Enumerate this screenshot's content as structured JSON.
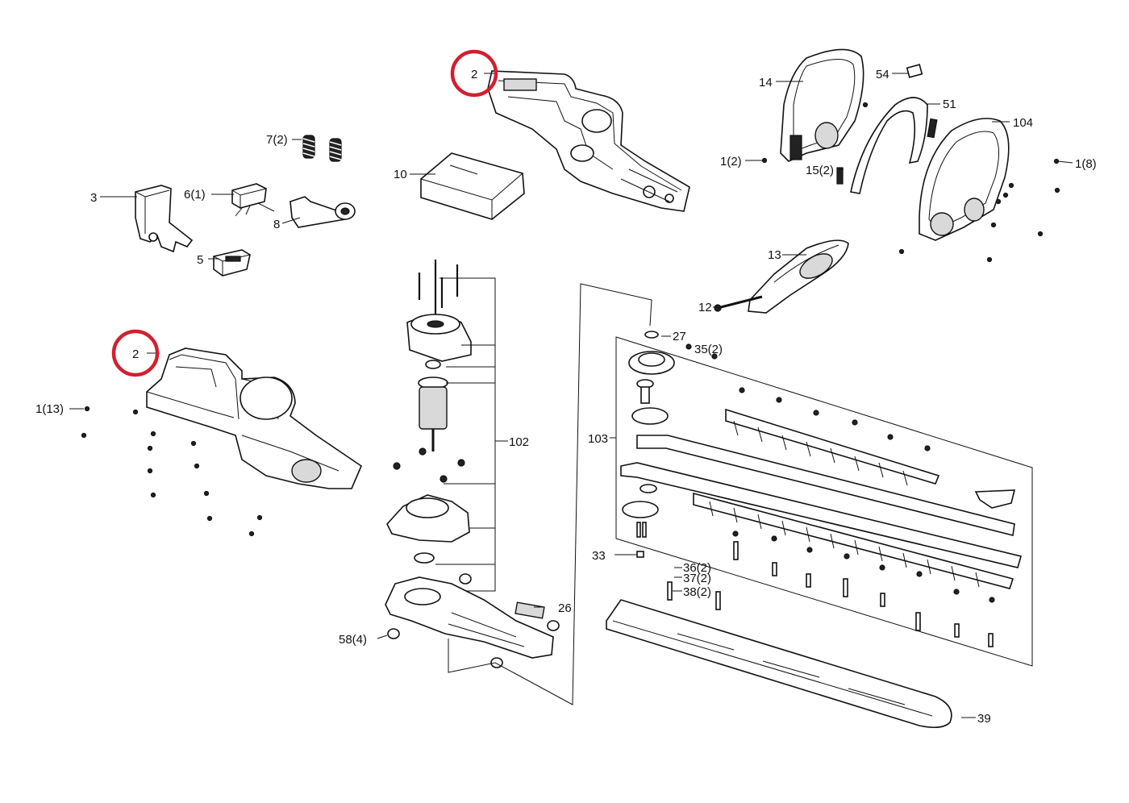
{
  "diagram": {
    "highlight_color": "#d0202f",
    "labels": {
      "p2_top": "2",
      "p2_left": "2",
      "p1_13": "1(13)",
      "p3": "3",
      "p5": "5",
      "p6_1": "6(1)",
      "p7_2": "7(2)",
      "p8": "8",
      "p10": "10",
      "p12": "12",
      "p13": "13",
      "p14": "14",
      "p15_2": "15(2)",
      "p1_2": "1(2)",
      "p51": "51",
      "p54": "54",
      "p104": "104",
      "p1_8": "1(8)",
      "p102": "102",
      "p103": "103",
      "p26": "26",
      "p58_4": "58(4)",
      "p27": "27",
      "p35_2": "35(2)",
      "p33": "33",
      "p36_2": "36(2)",
      "p37_2": "37(2)",
      "p38_2": "38(2)",
      "p39": "39"
    }
  }
}
